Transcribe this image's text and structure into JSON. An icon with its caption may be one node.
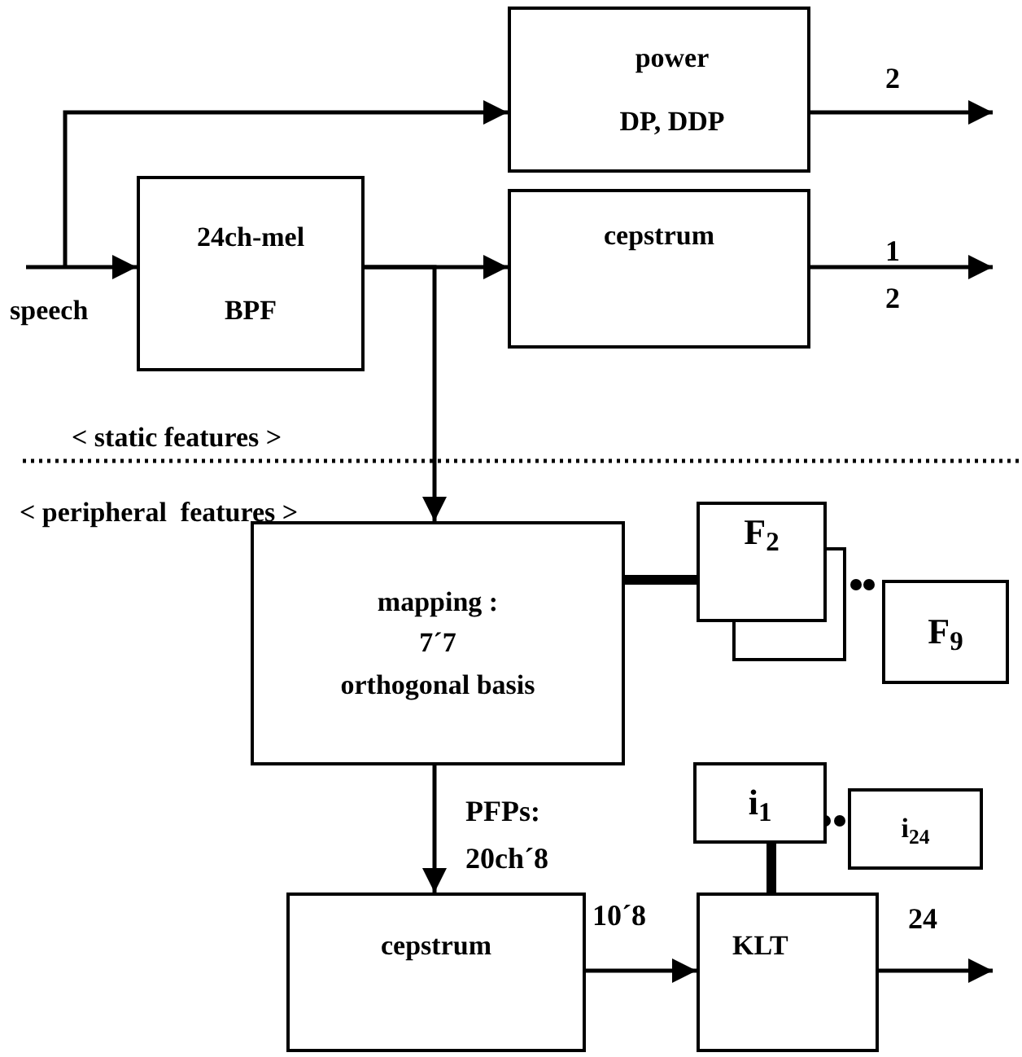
{
  "diagram": {
    "nodes": [
      {
        "text": [
          "power",
          "DP,  DDP"
        ]
      },
      {
        "text": [
          "24ch-mel",
          "BPF"
        ]
      },
      {
        "text": [
          "cepstrum"
        ]
      },
      {
        "text": [
          "mapping :",
          "7´7",
          "orthogonal basis"
        ]
      },
      {
        "text": [
          "F$_{2}$"
        ]
      },
      {
        "text": [],
        "shape": "box"
      },
      {
        "text": [
          "F$_{9}$"
        ]
      },
      {
        "text": [
          "i$_{1}$"
        ]
      },
      {
        "text": [
          "i$_{24}$"
        ]
      },
      {
        "text": [
          "cepstrum"
        ]
      },
      {
        "text": [
          "KLT"
        ]
      }
    ],
    "edges": [
      {
        "from": null,
        "to": 1,
        "arrow": "to"
      },
      {
        "from": null,
        "to": 0,
        "arrow": "to"
      },
      {
        "from": 1,
        "to": 2,
        "arrow": "to"
      },
      {
        "from": 1,
        "to": 3,
        "arrow": "to"
      },
      {
        "from": 0,
        "to": null,
        "arrow": "to",
        "label": "2"
      },
      {
        "from": 2,
        "to": null,
        "arrow": "to",
        "label": "1 2"
      },
      {
        "from": 3,
        "to": 4,
        "arrow": "none",
        "style": "thick"
      },
      {
        "from": 3,
        "to": 9,
        "arrow": "to",
        "label": "PFPs: 20ch´8"
      },
      {
        "from": 9,
        "to": 10,
        "arrow": "to",
        "label": "10´8"
      },
      {
        "from": 10,
        "to": null,
        "arrow": "to",
        "label": "24"
      },
      {
        "from": 7,
        "to": 10,
        "arrow": "none",
        "style": "thick"
      }
    ],
    "labels": [
      "speech",
      "< static features >",
      "< peripheral  features >"
    ]
  }
}
